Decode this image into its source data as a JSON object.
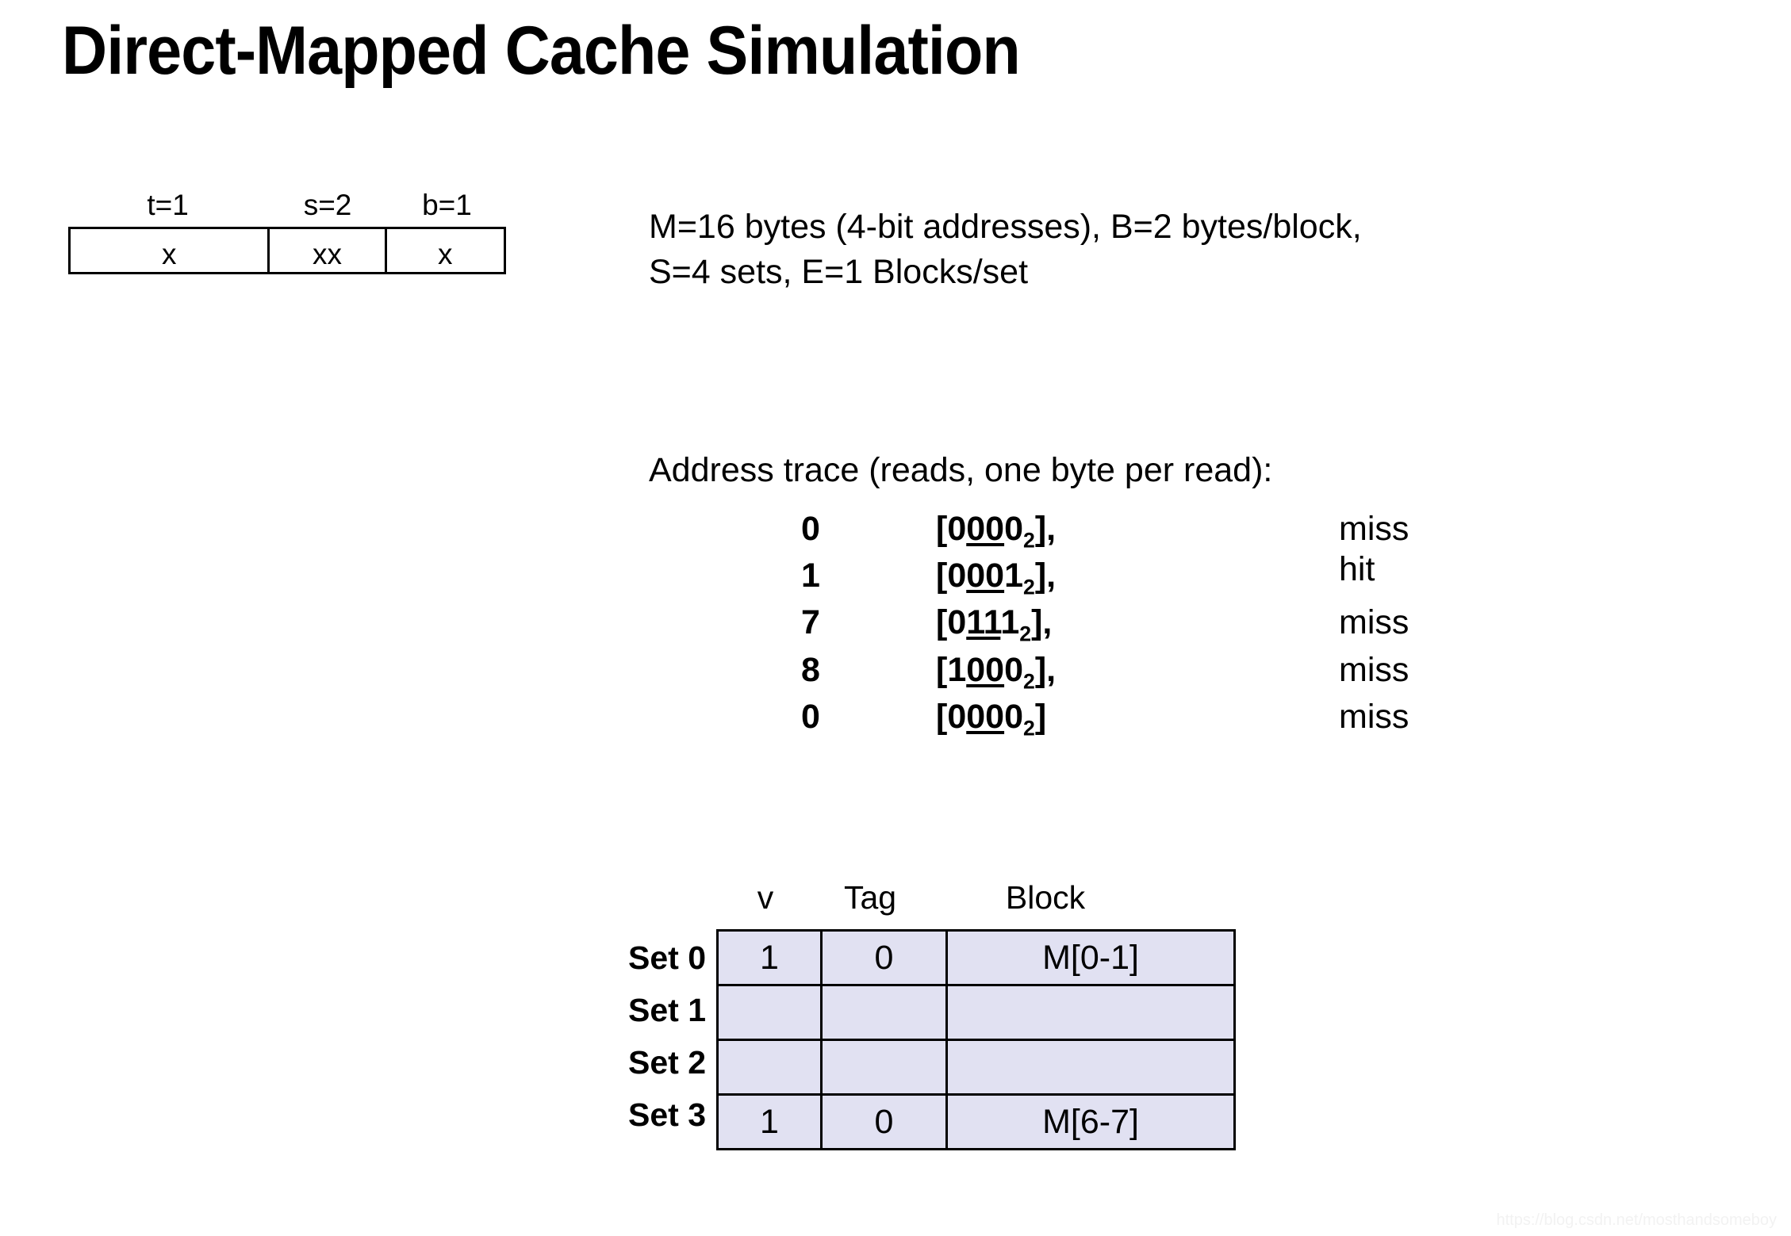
{
  "slide": {
    "title": "Direct-Mapped Cache Simulation"
  },
  "bitfield": {
    "labels": [
      "t=1",
      "s=2",
      "b=1"
    ],
    "cells": [
      "x",
      "xx",
      "x"
    ]
  },
  "params": {
    "line1": "M=16 bytes (4-bit addresses), B=2 bytes/block,",
    "line2": "S=4 sets, E=1 Blocks/set"
  },
  "trace": {
    "heading": "Address trace (reads, one byte per read):",
    "rows": [
      {
        "decimal": "0",
        "pre": "[0",
        "underlined": "00",
        "post": "0",
        "sub": "2",
        "close": "],",
        "result": "miss"
      },
      {
        "decimal": "1",
        "pre": "[0",
        "underlined": "00",
        "post": "1",
        "sub": "2",
        "close": "],",
        "result": "hit"
      },
      {
        "decimal": "7",
        "pre": "[0",
        "underlined": "11",
        "post": "1",
        "sub": "2",
        "close": "],",
        "result": "miss"
      },
      {
        "decimal": "8",
        "pre": "[1",
        "underlined": "00",
        "post": "0",
        "sub": "2",
        "close": "],",
        "result": "miss"
      },
      {
        "decimal": "0",
        "pre": "[0",
        "underlined": "00",
        "post": "0",
        "sub": "2",
        "close": "]",
        "result": "miss"
      }
    ]
  },
  "cache": {
    "headers": [
      "v",
      "Tag",
      "Block"
    ],
    "rows": [
      {
        "label": "Set 0",
        "v": "1",
        "tag": "0",
        "block": "M[0-1]"
      },
      {
        "label": "Set 1",
        "v": "",
        "tag": "",
        "block": ""
      },
      {
        "label": "Set 2",
        "v": "",
        "tag": "",
        "block": ""
      },
      {
        "label": "Set 3",
        "v": "1",
        "tag": "0",
        "block": "M[6-7]"
      }
    ],
    "cell_fill": "#E1E1F2"
  },
  "watermark": {
    "text": "https://blog.csdn.net/mosthandsomeboy"
  }
}
